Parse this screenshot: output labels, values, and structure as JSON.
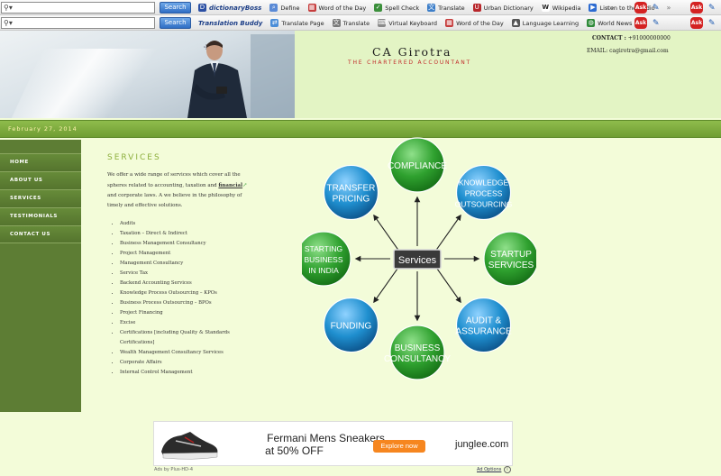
{
  "toolbar1": {
    "search_button": "Search",
    "brand": "dictionaryBoss",
    "items": [
      "Define",
      "Word of the Day",
      "Spell Check",
      "Translate",
      "Urban Dictionary",
      "Wikipedia",
      "Listen to the Radio"
    ],
    "ask_label": "Ask"
  },
  "toolbar2": {
    "search_button": "Search",
    "brand": "Translation Buddy",
    "items": [
      "Translate Page",
      "Translate",
      "Virtual Keyboard",
      "Word of the Day",
      "Language Learning",
      "World News"
    ],
    "ask_label": "Ask"
  },
  "header": {
    "title": "CA Girotra",
    "subtitle": "THE CHARTERED ACCOUNTANT",
    "contact_label": "CONTACT :",
    "contact_value": "+91000000000",
    "email_label": "EMAIL:",
    "email_value": "cagirotra@gmail.com"
  },
  "date": "February 27, 2014",
  "nav": [
    "HOME",
    "ABOUT US",
    "SERVICES",
    "TESTIMONIALS",
    "CONTACT US"
  ],
  "content": {
    "section_title": "SERVICES",
    "intro_before": "We offer a wide range of services which cover all the spheres related to accounting, taxation and ",
    "intro_link": "financial",
    "intro_after": " and corporate laws. A we believe in the philosophy of timely and effective solutions.",
    "services": [
      "Audits",
      "Taxation – Direct & Indirect",
      "Business Management Consultancy",
      "Project Management",
      "Management Consultancy",
      "Service Tax",
      "Backend Accounting Services",
      "Knowledge Process Outsourcing – KPOs",
      "Business Process Outsourcing – BPOs",
      "Project Financing",
      "Excise",
      "Certifications [including Quality & Standards Certifications]",
      "Wealth Management Consultancy Services",
      "Corporate Affairs",
      "Internal Control Management"
    ]
  },
  "diagram": {
    "center": "Services",
    "nodes": [
      {
        "line1": "COMPLIANCE",
        "line2": "",
        "line3": "",
        "color": "green"
      },
      {
        "line1": "KNOWLEDGE",
        "line2": "PROCESS",
        "line3": "OUTSOURCING",
        "color": "blue"
      },
      {
        "line1": "STARTUP",
        "line2": "SERVICES",
        "line3": "",
        "color": "green"
      },
      {
        "line1": "AUDIT &",
        "line2": "ASSURANCE",
        "line3": "",
        "color": "blue"
      },
      {
        "line1": "BUSINESS",
        "line2": "CONSULTANCY",
        "line3": "",
        "color": "green"
      },
      {
        "line1": "FUNDING",
        "line2": "",
        "line3": "",
        "color": "blue"
      },
      {
        "line1": "STARTING",
        "line2": "BUSINESS",
        "line3": "IN INDIA",
        "color": "green"
      },
      {
        "line1": "TRANSFER",
        "line2": "PRICING",
        "line3": "",
        "color": "blue"
      }
    ]
  },
  "ad": {
    "headline_line1": "Fermani Mens Sneakers",
    "headline_line2": "at 50% OFF",
    "cta": "Explore now",
    "brand": "junglee.com",
    "ads_by": "Ads by Plus-HD-4",
    "ad_options": "Ad Options",
    "info_glyph": "i"
  },
  "colors": {
    "nav_bg": "#5d7d34",
    "strip_green": "#7ba83d",
    "title_green": "#8cae3c",
    "subtitle_red": "#c22b2b",
    "node_green": "#2fa12f",
    "node_blue": "#1f8fcf"
  }
}
